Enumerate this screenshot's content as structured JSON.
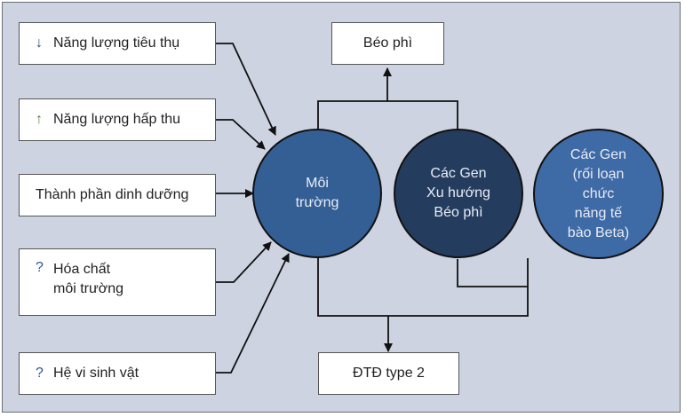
{
  "diagram": {
    "inputs": [
      {
        "id": "energy-expenditure",
        "indicator": "↓",
        "indicator_name": "decrease-arrow-icon",
        "label": "Năng lượng tiêu thụ"
      },
      {
        "id": "energy-intake",
        "indicator": "↑",
        "indicator_name": "increase-arrow-icon",
        "label": "Năng lượng hấp thu"
      },
      {
        "id": "diet-composition",
        "indicator": "",
        "indicator_name": "",
        "label": "Thành phần dinh dưỡng"
      },
      {
        "id": "environmental-chemicals",
        "indicator": "?",
        "indicator_name": "question-mark-icon",
        "label": "Hóa chất\nmôi trường"
      },
      {
        "id": "microbiome",
        "indicator": "?",
        "indicator_name": "question-mark-icon",
        "label": "Hệ vi sinh vật"
      }
    ],
    "nodes": {
      "environment": {
        "label": "Môi\ntrường",
        "color": "#335f94"
      },
      "obesity_genes": {
        "label": "Các Gen\nXu hướng\nBéo phì",
        "color": "#243d5e"
      },
      "beta_cell_genes": {
        "label": "Các Gen\n(rối loạn\nchức\nnăng tế\nbào Beta)",
        "color": "#3e6aa6"
      }
    },
    "outcomes": {
      "obesity": "Béo phì",
      "t2d": "ĐTĐ type 2"
    },
    "colors": {
      "background": "#cdd3e1",
      "box_fill": "#ffffff",
      "line": "#111111"
    }
  }
}
